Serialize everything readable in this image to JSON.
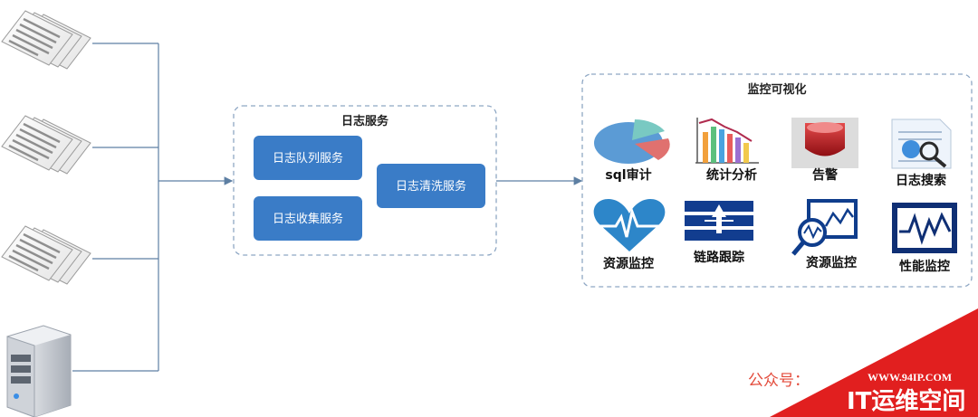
{
  "log_service": {
    "title": "日志服务",
    "queue_service": "日志队列服务",
    "collect_service": "日志收集服务",
    "clean_service": "日志清洗服务"
  },
  "monitor": {
    "title": "监控可视化",
    "items": [
      {
        "label": "sql审计",
        "icon": "pie-chart-icon"
      },
      {
        "label": "统计分析",
        "icon": "bar-chart-icon"
      },
      {
        "label": "告警",
        "icon": "alarm-icon"
      },
      {
        "label": "日志搜索",
        "icon": "document-search-icon"
      },
      {
        "label": "资源监控",
        "icon": "heartbeat-icon"
      },
      {
        "label": "链路跟踪",
        "icon": "link-trace-icon"
      },
      {
        "label": "资源监控",
        "icon": "magnifier-chart-icon"
      },
      {
        "label": "性能监控",
        "icon": "performance-monitor-icon"
      }
    ]
  },
  "watermark": {
    "prefix": "公众号：",
    "site": "WWW.94IP.COM",
    "brand": "IT运维空间"
  },
  "colors": {
    "accent": "#3a7cc7",
    "line": "#5d7fa3",
    "dashed_border": "#8ea7c4",
    "watermark_red": "#e11f1f"
  }
}
